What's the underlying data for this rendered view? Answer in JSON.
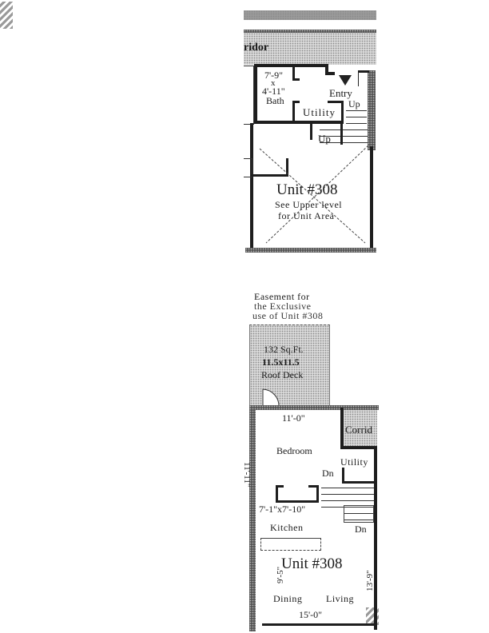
{
  "upper_plan": {
    "corridor_label": "ridor",
    "bath_dims_line1": "7'-9\"",
    "bath_dims_x": "x",
    "bath_dims_line2": "4'-11\"",
    "bath_label": "Bath",
    "entry_label": "Entry",
    "entry_up_label": "Up",
    "utility_label": "Utility",
    "stair_up_label": "Up",
    "unit_title": "Unit #308",
    "note_line1": "See Upper level",
    "note_line2": "for Unit Area"
  },
  "lower_plan": {
    "easement_line1": "Easement for",
    "easement_line2": "the Exclusive",
    "easement_line3": "use of Unit #308",
    "deck_area": "132 Sq.Ft.",
    "deck_dims": "11.5x11.5",
    "deck_label": "Roof Deck",
    "bedroom_width": "11'-0\"",
    "bedroom_label": "Bedroom",
    "bedroom_depth": "11'-11\"",
    "corridor_label": "Corrid",
    "utility_label": "Utility",
    "stair_dn_label": "Dn",
    "closet_dims": "7'-1\"x7'-10\"",
    "kitchen_label": "Kitchen",
    "kitchen_dn_label": "Dn",
    "unit_title": "Unit #308",
    "dining_depth": "9'-5\"",
    "dining_label": "Dining",
    "living_label": "Living",
    "living_depth": "13'-9\"",
    "living_width": "15'-0\""
  },
  "colors": {
    "wall": "#1e1e1e",
    "stipple": "#d9d9d9",
    "hatch": "#9a9a9a"
  }
}
